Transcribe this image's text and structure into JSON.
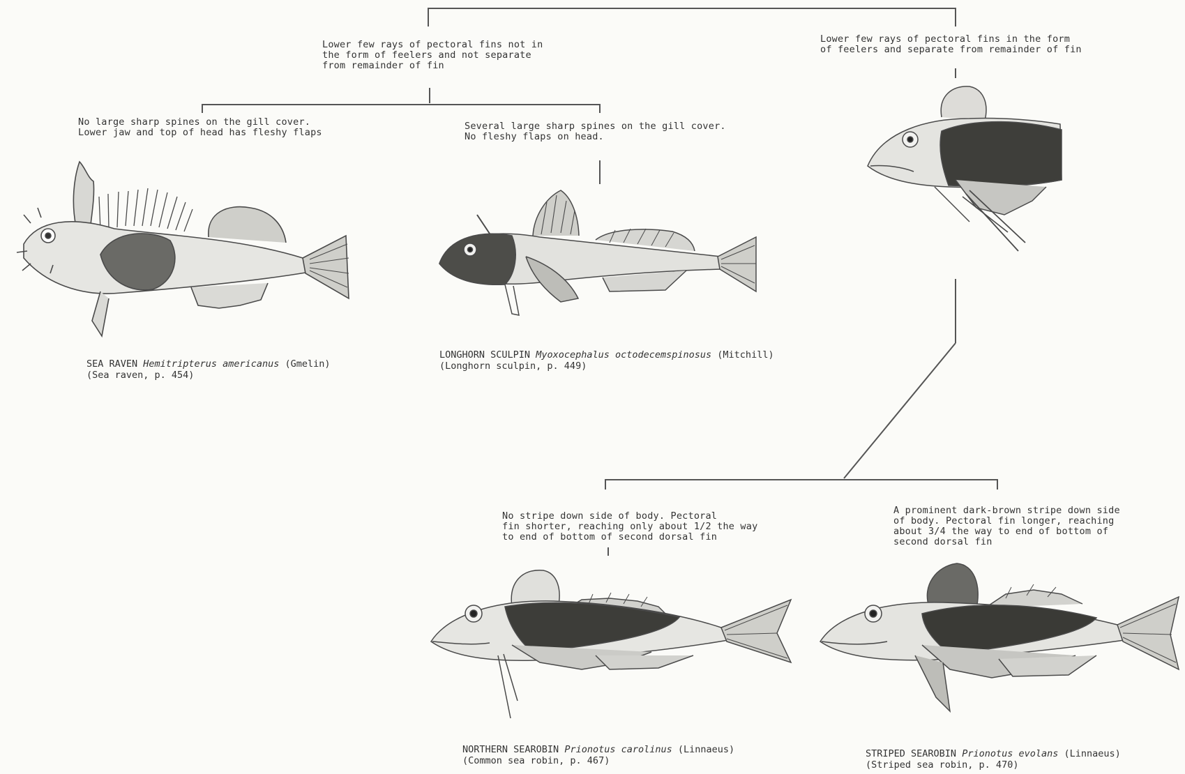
{
  "couplets": {
    "a_no_feelers": "Lower few rays of pectoral fins not in\nthe form of feelers and not separate\nfrom remainder of fin",
    "b_feelers": "Lower few rays of pectoral fins in the form\nof feelers and separate from remainder of fin",
    "c_no_spines": "No large sharp spines on the gill cover.\nLower jaw and top of head has fleshy flaps",
    "d_spines": "Several large sharp spines on the gill cover.\nNo fleshy flaps on head.",
    "e_no_stripe": "No stripe down side of body.  Pectoral\nfin shorter, reaching only about 1/2 the way\nto end of bottom of second dorsal fin",
    "f_stripe": "A prominent dark-brown stripe down side\nof body.  Pectoral fin longer, reaching\nabout 3/4  the way to end of bottom of\nsecond dorsal fin"
  },
  "species": {
    "sea_raven": {
      "common": "SEA RAVEN",
      "scientific": "Hemitripterus americanus",
      "author": "(Gmelin)",
      "ref": "(Sea raven, p. 454)"
    },
    "longhorn_sculpin": {
      "common": "LONGHORN SCULPIN",
      "scientific": "Myoxocephalus octodecemspinosus",
      "author": "(Mitchill)",
      "ref": "(Longhorn sculpin, p. 449)"
    },
    "northern_searobin": {
      "common": "NORTHERN SEAROBIN",
      "scientific": "Prionotus carolinus",
      "author": "(Linnaeus)",
      "ref": "(Common sea robin, p. 467)"
    },
    "striped_searobin": {
      "common": "STRIPED SEAROBIN",
      "scientific": "Prionotus evolans",
      "author": "(Linnaeus)",
      "ref": "(Striped sea robin, p. 470)"
    }
  },
  "colors": {
    "ink": "#3a3a3a",
    "paper": "#fbfbf8",
    "shade": "#5a5a5a"
  }
}
